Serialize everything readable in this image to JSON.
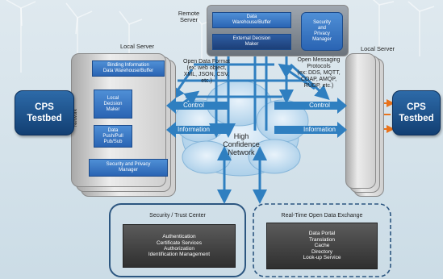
{
  "remote_server": {
    "label": "Remote\nServer",
    "data_warehouse": "Data\nWarehouse/Buffer",
    "external_decision": "External Decision\nMaker",
    "security": "Security\nand\nPrivacy\nManager"
  },
  "local_server_left": {
    "label": "Local Server",
    "binding": "Binding Information\nData Warehouse/Buffer",
    "decision": "Local\nDecision\nMaker",
    "data_push": "Data\nPush/Pull\nPub/Sub",
    "security": "Security and Privacy\nManager",
    "side_tab": "Network"
  },
  "local_server_right": {
    "label": "Local Server"
  },
  "cps_left": {
    "label": "CPS\nTestbed"
  },
  "cps_right": {
    "label": "CPS\nTestbed"
  },
  "open_data_format": "Open Data Format\n(ex: web object,\nXML, JSON, CSV,\netc.)",
  "open_messaging": "Open Messaging\nProtocols\n(ex: DDS, MQTT,\nCOAP, AMQP,\nRUDP, etc.)",
  "control_left": "Control",
  "information_left": "Information",
  "control_right": "Control",
  "information_right": "Information",
  "cloud_label": "High\nConfidence\nNetwork",
  "security_center": {
    "title": "Security / Trust Center",
    "items": "Authentication\nCertificate Services\nAuthorization\nIdentification Management"
  },
  "realtime_exchange": {
    "title": "Real-Time Open Data Exchange",
    "items": "Data Portal\nTranslation\nCache\nDirectory\nLook-up Service"
  },
  "colors": {
    "arrow_blue": "#2f7fc0",
    "arrow_orange": "#e8731c",
    "cps_blue": "#1d4f8c"
  }
}
